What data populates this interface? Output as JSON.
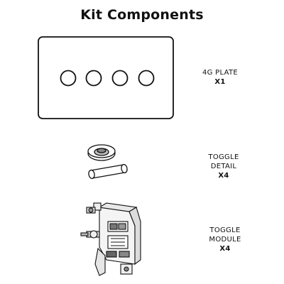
{
  "title": "Kit Components",
  "components": [
    {
      "name_lines": [
        "4G PLATE"
      ],
      "quantity": "X1",
      "icon": "four-gang-plate"
    },
    {
      "name_lines": [
        "TOGGLE",
        "DETAIL"
      ],
      "quantity": "X4",
      "icon": "toggle-detail"
    },
    {
      "name_lines": [
        "TOGGLE",
        "MODULE"
      ],
      "quantity": "X4",
      "icon": "toggle-module"
    }
  ]
}
